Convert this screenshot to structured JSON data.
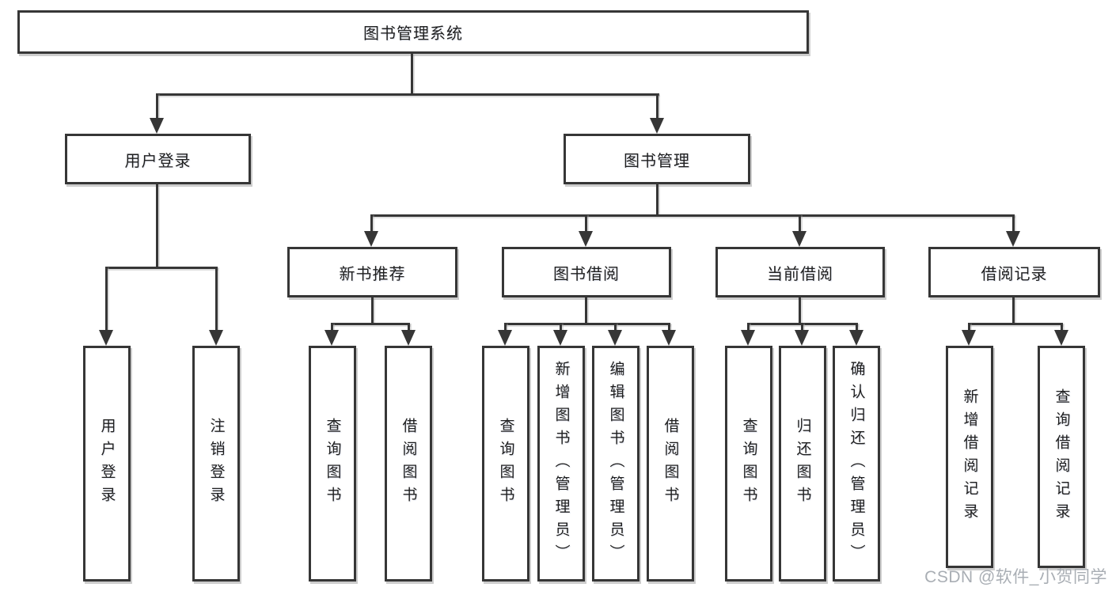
{
  "diagram_title": "图书管理系统",
  "tree": {
    "root": {
      "label": "图书管理系统",
      "children": [
        {
          "label": "用户登录",
          "children": [
            {
              "label": "用户登录"
            },
            {
              "label": "注销登录"
            }
          ]
        },
        {
          "label": "图书管理",
          "children": [
            {
              "label": "新书推荐",
              "children": [
                {
                  "label": "查询图书"
                },
                {
                  "label": "借阅图书"
                }
              ]
            },
            {
              "label": "图书借阅",
              "children": [
                {
                  "label": "查询图书"
                },
                {
                  "label": "新增图书（管理员）"
                },
                {
                  "label": "编辑图书（管理员）"
                },
                {
                  "label": "借阅图书"
                }
              ]
            },
            {
              "label": "当前借阅",
              "children": [
                {
                  "label": "查询图书"
                },
                {
                  "label": "归还图书"
                },
                {
                  "label": "确认归还（管理员）"
                }
              ]
            },
            {
              "label": "借阅记录",
              "children": [
                {
                  "label": "新增借阅记录"
                },
                {
                  "label": "查询借阅记录"
                }
              ]
            }
          ]
        }
      ]
    }
  },
  "watermark": {
    "text": "CSDN @软件_小贺同学"
  },
  "colors": {
    "line": "#363636",
    "box_border": "#363636",
    "box_background": "#ffffff",
    "text": "#1f1f1f",
    "watermark_text": "#a9aeb4",
    "page_background": "#ffffff"
  }
}
